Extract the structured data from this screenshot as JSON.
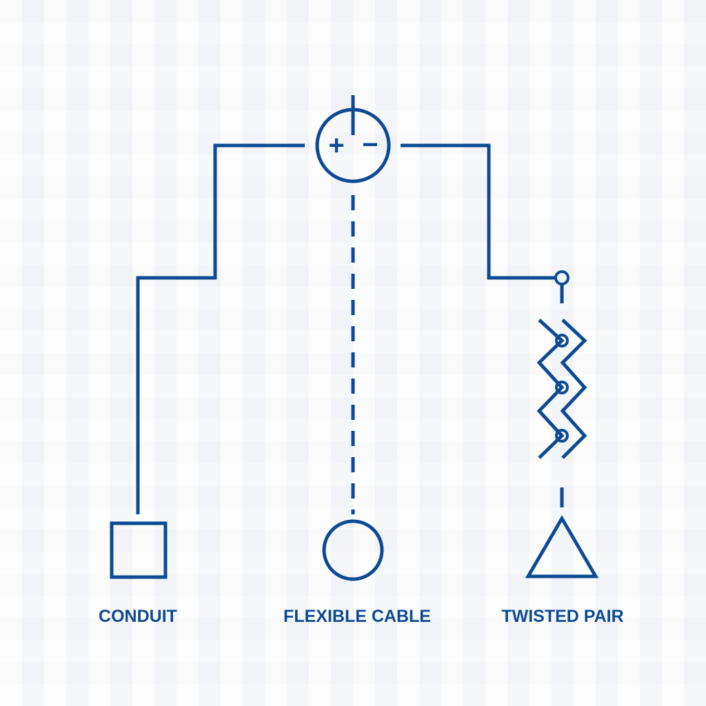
{
  "labels": {
    "conduit": "CONDUIT",
    "flexible_cable": "FLEXIBLE CABLE",
    "twisted_pair": "TWISTED PAIR"
  },
  "source_symbol": {
    "plus": "+",
    "minus": "−"
  },
  "colors": {
    "stroke": "#0d4a94",
    "background": "#f6f7f9"
  },
  "icons": [
    "battery-source-icon",
    "square-terminal-icon",
    "circle-terminal-icon",
    "triangle-terminal-icon",
    "twisted-pair-icon"
  ]
}
